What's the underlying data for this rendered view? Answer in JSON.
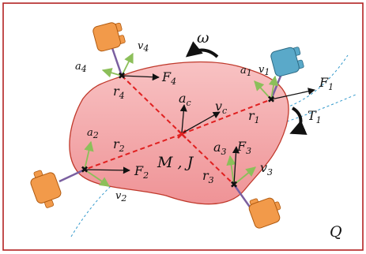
{
  "diagram": {
    "region_label": "Q",
    "body_label": "M , J",
    "omega": "ω",
    "center_accel": {
      "base": "a",
      "sub": "c"
    },
    "center_vel": {
      "base": "v",
      "sub": "c"
    },
    "torque": {
      "base": "T",
      "sub": "1"
    },
    "robots": [
      {
        "id": "1",
        "color": "#5aa9c9",
        "force": {
          "base": "F",
          "sub": "1"
        },
        "accel": {
          "base": "a",
          "sub": "1"
        },
        "vel": {
          "base": "v",
          "sub": "1"
        },
        "radius": {
          "base": "r",
          "sub": "1"
        }
      },
      {
        "id": "2",
        "color": "#f29a4a",
        "force": {
          "base": "F",
          "sub": "2"
        },
        "accel": {
          "base": "a",
          "sub": "2"
        },
        "vel": {
          "base": "v",
          "sub": "2"
        },
        "radius": {
          "base": "r",
          "sub": "2"
        }
      },
      {
        "id": "3",
        "color": "#f29a4a",
        "force": {
          "base": "F",
          "sub": "3"
        },
        "accel": {
          "base": "a",
          "sub": "3"
        },
        "vel": {
          "base": "v",
          "sub": "3"
        },
        "radius": {
          "base": "r",
          "sub": "3"
        }
      },
      {
        "id": "4",
        "color": "#f29a4a",
        "force": {
          "base": "F",
          "sub": "4"
        },
        "accel": {
          "base": "a",
          "sub": "4"
        },
        "vel": {
          "base": "v",
          "sub": "4"
        },
        "radius": {
          "base": "r",
          "sub": "4"
        }
      }
    ],
    "colors": {
      "frame": "#b22222",
      "body_fill": "#f4a3a6",
      "body_stroke": "#c0392b",
      "radius_line": "#e02020",
      "trajectory": "#3399cc",
      "green_arrow": "#8cbf5a",
      "arm": "#7a5fa0"
    }
  }
}
